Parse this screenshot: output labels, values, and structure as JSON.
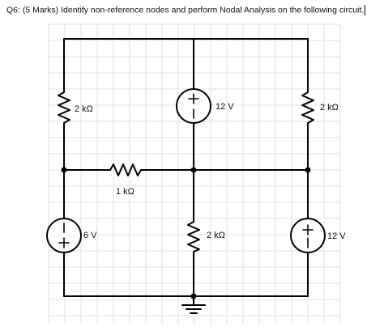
{
  "question": "Q6: (5 Marks) Identify non-reference nodes and perform Nodal Analysis on the following circuit.",
  "components": {
    "r_top_left": {
      "label": "2 kΩ"
    },
    "v_top_center": {
      "label": "12 V"
    },
    "r_top_right": {
      "label": "2 kΩ"
    },
    "r_middle": {
      "label": "1 kΩ"
    },
    "v_bottom_left": {
      "label": "6 V"
    },
    "r_bottom_center": {
      "label": "2 kΩ"
    },
    "v_bottom_right": {
      "label": "12 V"
    }
  }
}
